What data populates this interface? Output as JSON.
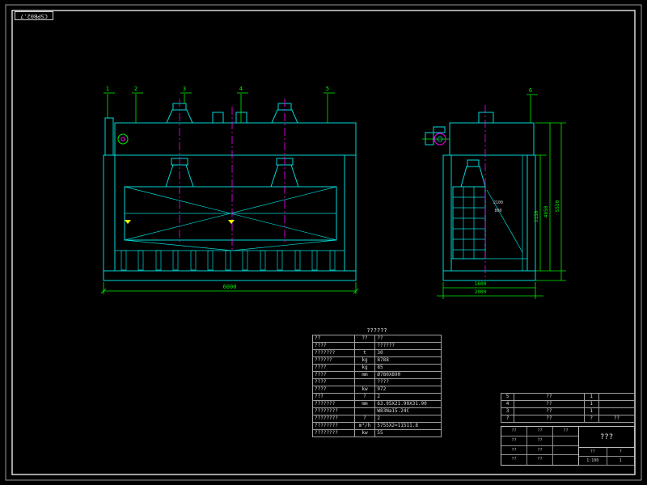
{
  "doc_code": "CSPB02.7",
  "front_view": {
    "callouts": [
      "1",
      "2",
      "3",
      "4",
      "5"
    ],
    "dim_bottom": "6000"
  },
  "side_view": {
    "callout": "6",
    "dim_v_inner": "3150",
    "dim_v_mid": "4850",
    "dim_v_outer": "5550",
    "dim_b_inner": "1600",
    "dim_b_outer": "2000",
    "note_1": "2100",
    "note_2": "800"
  },
  "param_table": {
    "title": "??????",
    "header": [
      "??",
      "??",
      "??"
    ],
    "rows": [
      [
        "????",
        "",
        "??????"
      ],
      [
        "???????",
        "t",
        "30"
      ],
      [
        "??????",
        "kg",
        "8788"
      ],
      [
        "????",
        "kg",
        "85"
      ],
      [
        "????",
        "mm",
        "Ø780X890"
      ],
      [
        "????",
        "",
        "????"
      ],
      [
        "????",
        "kw",
        "972"
      ],
      [
        "???",
        "?",
        "2"
      ],
      [
        "???????",
        "mm",
        "63.95X21.90X31.90"
      ],
      [
        "????????",
        "",
        "W83Na15.24C"
      ],
      [
        "????????",
        "?",
        "2"
      ],
      [
        "????????",
        "m³/h",
        "5755X2=11511.8"
      ],
      [
        "????????",
        "kw",
        "55"
      ]
    ]
  },
  "parts_list": {
    "rows": [
      [
        "5",
        "??",
        "1",
        ""
      ],
      [
        "4",
        "??",
        "1",
        ""
      ],
      [
        "3",
        "??",
        "1",
        ""
      ]
    ],
    "header": [
      "?",
      "??",
      "?",
      "??"
    ]
  },
  "title_block": {
    "main_title": "???",
    "left_rows": [
      [
        "??",
        "??",
        "??"
      ],
      [
        "??",
        "??",
        ""
      ],
      [
        "??",
        "??",
        ""
      ],
      [
        "??",
        "??",
        ""
      ]
    ],
    "sub_row_1": [
      "??",
      "?"
    ],
    "sub_row_2": [
      "1:100",
      "1"
    ]
  }
}
